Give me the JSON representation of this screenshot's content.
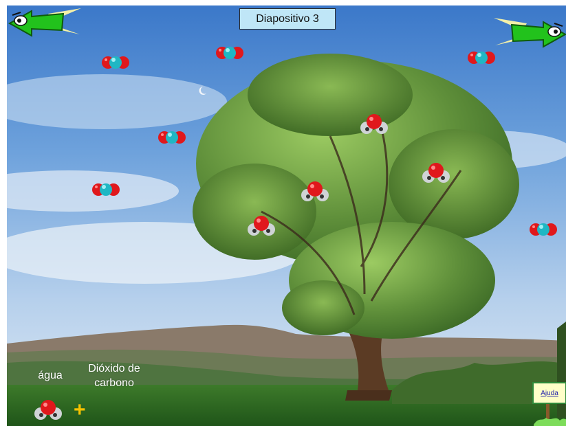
{
  "slide": {
    "title": "Diapositivo 3"
  },
  "legend": {
    "water_label": "água",
    "co2_label_line1": "Dióxido de",
    "co2_label_line2": "carbono",
    "plus": "+"
  },
  "help": {
    "label": "Ajuda"
  },
  "colors": {
    "oxygen": "#e0181c",
    "carbon": "#1fb7c4",
    "hydrogen": "#cfd3d6",
    "title_bg": "#bfe6f7",
    "arrow_green": "#22c21c",
    "plus_yellow": "#f6c200"
  },
  "icons": {
    "back": "left-arrow-character-icon",
    "forward": "right-arrow-character-icon",
    "co2": "co2-molecule-icon",
    "h2o": "water-molecule-icon",
    "help_sign": "help-signpost-icon"
  }
}
